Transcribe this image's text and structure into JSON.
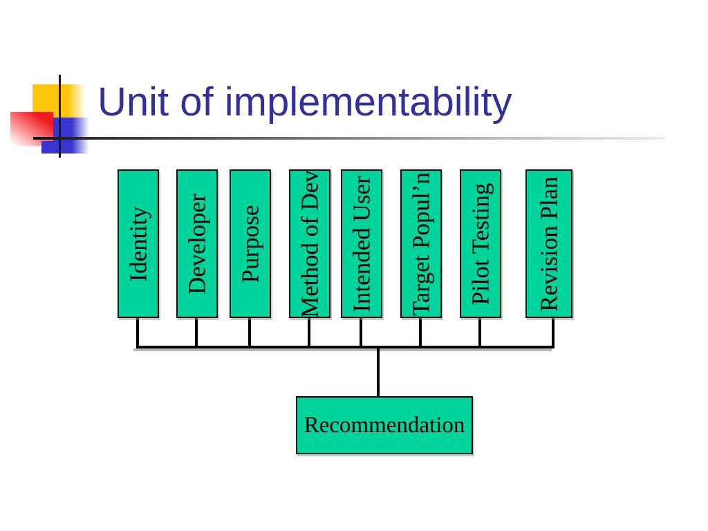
{
  "slide": {
    "title": "Unit of implementability",
    "title_color": "#30319b"
  },
  "decoration": {
    "yellow_square": "#fec60c",
    "red_square": "#ee1b23",
    "blue_square": "#3636ce",
    "rule_gradient_start": "#141414",
    "rule_gradient_end": "#ececec"
  },
  "diagram": {
    "box_fill": "#00d49c",
    "box_border": "#02140d",
    "connector_color": "#000000",
    "items": [
      "Identity",
      "Developer",
      "Purpose",
      "Method of Dev",
      "Intended User",
      "Target Popul’n",
      "Pilot Testing",
      "Revision Plan"
    ],
    "result": "Recommendation"
  }
}
